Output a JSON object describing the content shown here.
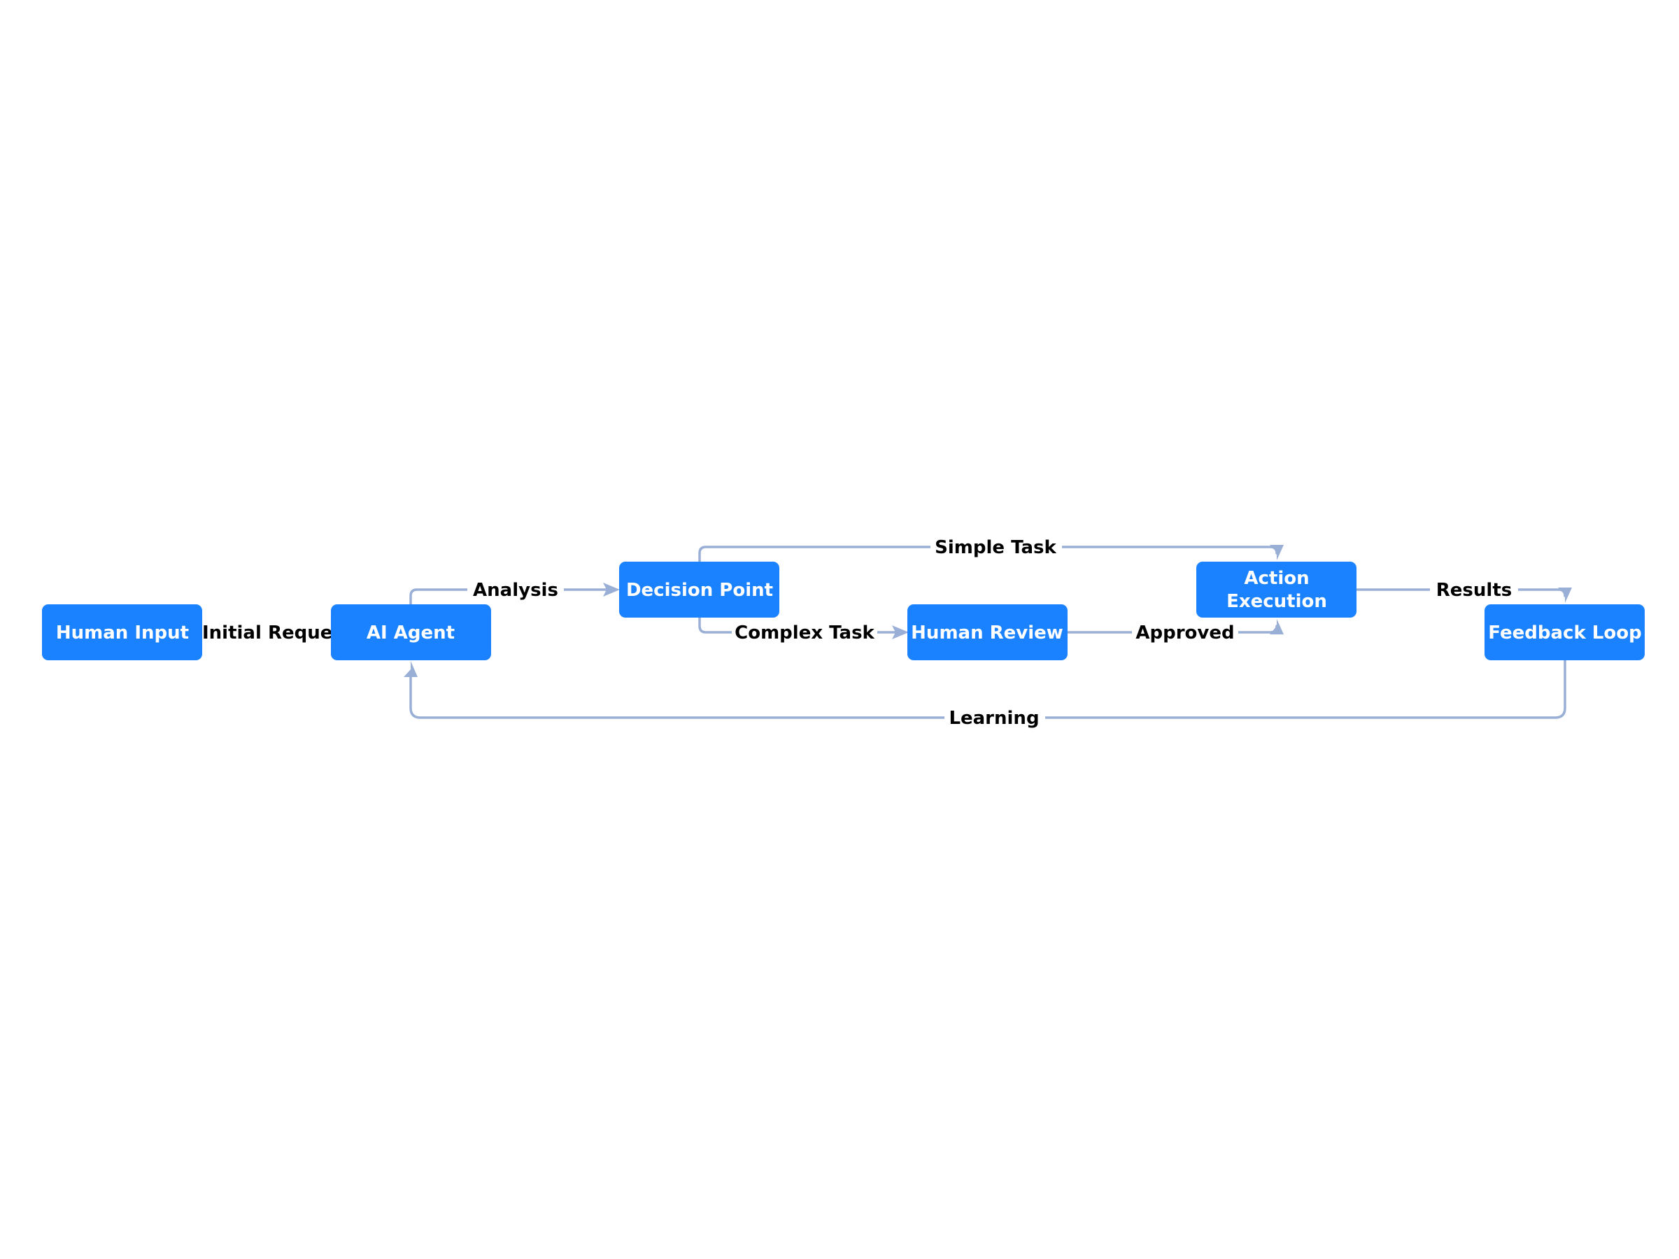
{
  "colors": {
    "node_fill": "#1a82ff",
    "node_text": "#ffffff",
    "edge_stroke": "#9aafd6",
    "edge_label_text": "#000000",
    "background": "#ffffff"
  },
  "nodes": {
    "human_input": {
      "lines": [
        "Human Input"
      ]
    },
    "ai_agent": {
      "lines": [
        "AI Agent"
      ]
    },
    "decision_point": {
      "lines": [
        "Decision Point"
      ]
    },
    "human_review": {
      "lines": [
        "Human Review"
      ]
    },
    "action_execution": {
      "lines": [
        "Action",
        "Execution"
      ]
    },
    "feedback_loop": {
      "lines": [
        "Feedback Loop"
      ]
    }
  },
  "edges": {
    "initial_request": {
      "from": "Human Input",
      "to": "AI Agent",
      "label": "Initial Reques"
    },
    "analysis": {
      "from": "AI Agent",
      "to": "Decision Point",
      "label": "Analysis"
    },
    "simple_task": {
      "from": "Decision Point",
      "to": "Action Execution",
      "label": "Simple Task"
    },
    "complex_task": {
      "from": "Decision Point",
      "to": "Human Review",
      "label": "Complex Task"
    },
    "approved": {
      "from": "Human Review",
      "to": "Action Execution",
      "label": "Approved"
    },
    "results": {
      "from": "Action Execution",
      "to": "Feedback Loop",
      "label": "Results"
    },
    "learning": {
      "from": "Feedback Loop",
      "to": "AI Agent",
      "label": "Learning"
    }
  }
}
